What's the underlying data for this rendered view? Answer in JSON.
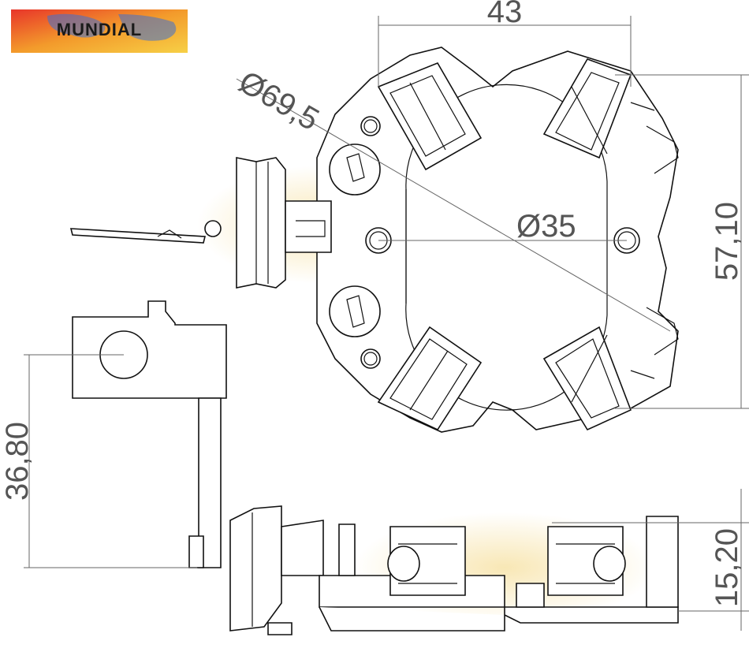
{
  "logo": {
    "text": "MUNDIAL"
  },
  "dimensions": {
    "width_top": "43",
    "outer_diameter": "Ø69,5",
    "inner_diameter": "Ø35",
    "height_right": "57,10",
    "height_left": "36,80",
    "height_bottom_right": "15,20"
  },
  "colors": {
    "dimension_text": "#555555",
    "watermark": "#f5d98a",
    "outline": "#111111"
  }
}
